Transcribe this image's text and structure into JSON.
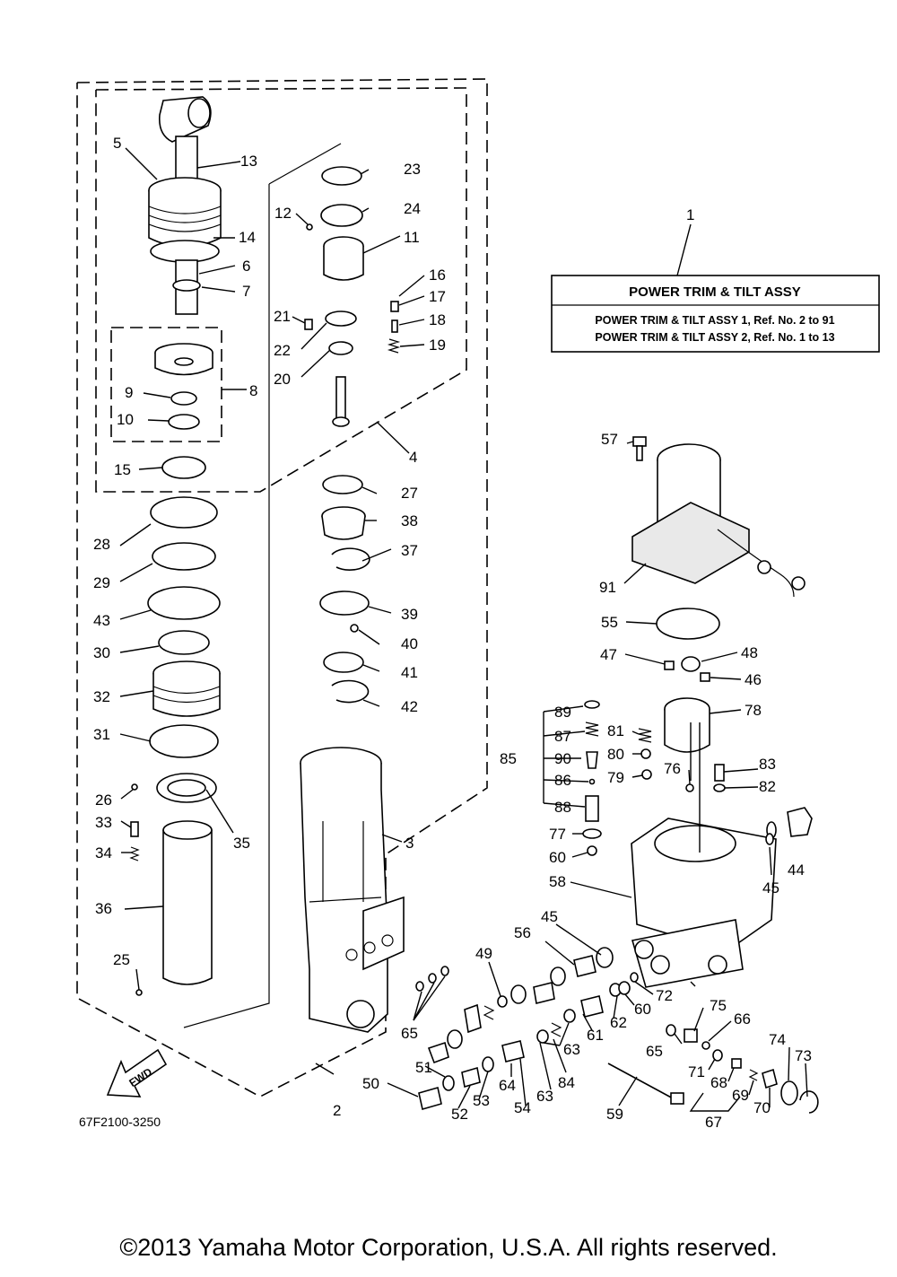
{
  "labels": {
    "1": "1",
    "2": "2",
    "3": "3",
    "4": "4",
    "5": "5",
    "6": "6",
    "7": "7",
    "8": "8",
    "9": "9",
    "10": "10",
    "11": "11",
    "12": "12",
    "13": "13",
    "14": "14",
    "15": "15",
    "16": "16",
    "17": "17",
    "18": "18",
    "19": "19",
    "20": "20",
    "21": "21",
    "22": "22",
    "23": "23",
    "24": "24",
    "25": "25",
    "26": "26",
    "27": "27",
    "28": "28",
    "29": "29",
    "30": "30",
    "31": "31",
    "32": "32",
    "33": "33",
    "34": "34",
    "35": "35",
    "36": "36",
    "37": "37",
    "38": "38",
    "39": "39",
    "40": "40",
    "41": "41",
    "42": "42",
    "43": "43",
    "44": "44",
    "45": "45",
    "46": "46",
    "47": "47",
    "48": "48",
    "49": "49",
    "50": "50",
    "51": "51",
    "52": "52",
    "53": "53",
    "54": "54",
    "55": "55",
    "56": "56",
    "57": "57",
    "58": "58",
    "59": "59",
    "60": "60",
    "61": "61",
    "62": "62",
    "63": "63",
    "64": "64",
    "65": "65",
    "66": "66",
    "67": "67",
    "68": "68",
    "69": "69",
    "70": "70",
    "71": "71",
    "72": "72",
    "73": "73",
    "74": "74",
    "75": "75",
    "76": "76",
    "77": "77",
    "78": "78",
    "79": "79",
    "80": "80",
    "81": "81",
    "82": "82",
    "83": "83",
    "84": "84",
    "85": "85",
    "86": "86",
    "87": "87",
    "88": "88",
    "89": "89",
    "90": "90",
    "91": "91"
  },
  "legend": {
    "title": "POWER TRIM & TILT ASSY",
    "line1": "POWER TRIM & TILT ASSY 1, Ref. No. 2 to 91",
    "line2": "POWER TRIM & TILT ASSY 2, Ref. No. 1 to 13"
  },
  "fwd_label": "FWD",
  "diagram_code": "67F2100-3250",
  "copyright": "©2013 Yamaha Motor Corporation, U.S.A. All rights reserved."
}
